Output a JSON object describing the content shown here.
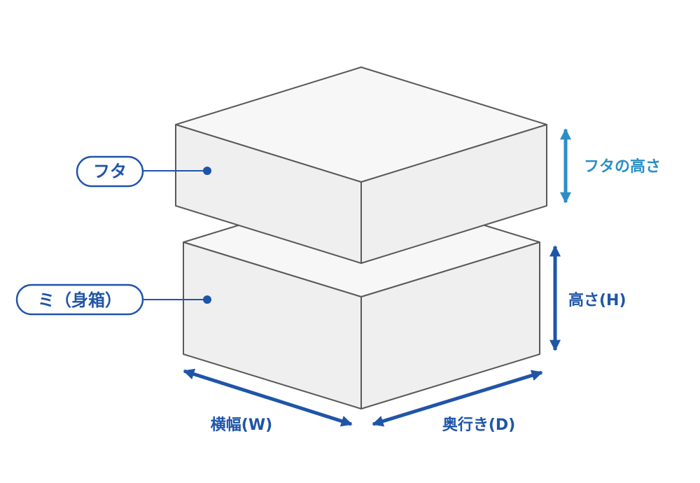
{
  "labels": {
    "lid": "フタ",
    "body": "ミ（身箱）",
    "lid_height": "フタの高さ",
    "height": "高さ(H)",
    "width": "横幅(W)",
    "depth": "奥行き(D)"
  },
  "colors": {
    "box_fill": "#efefef",
    "box_top_fill": "#f7f7f7",
    "box_stroke": "#595959",
    "dark_blue": "#1f55a8",
    "light_blue": "#2b8fc5"
  }
}
